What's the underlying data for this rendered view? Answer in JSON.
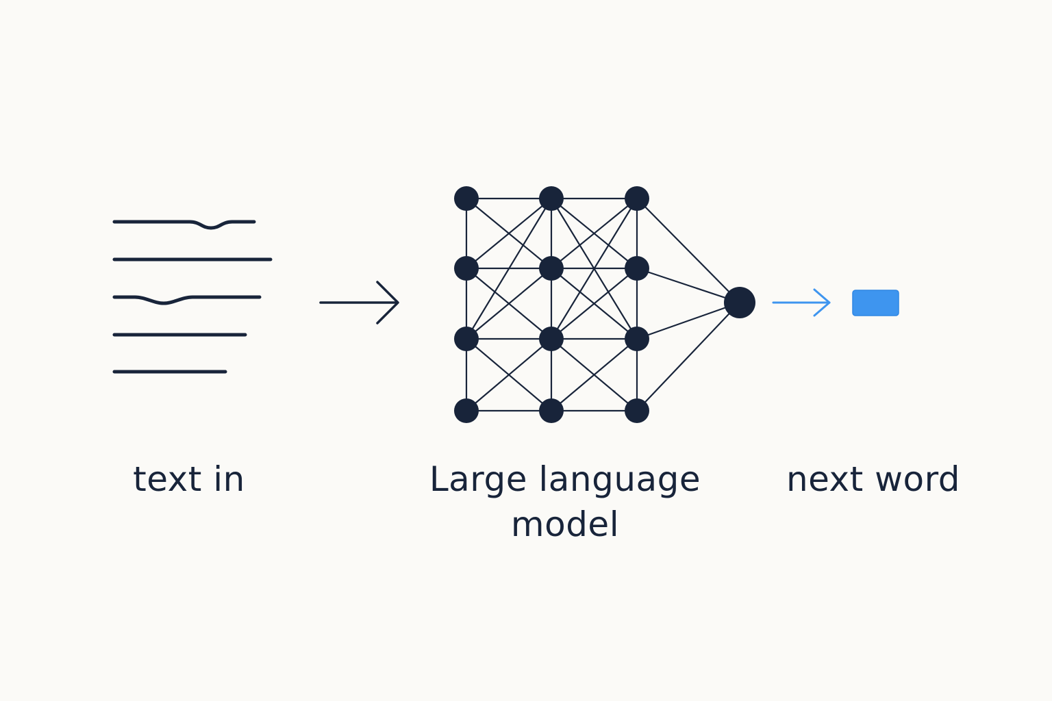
{
  "labels": {
    "input": "text in",
    "model": "Large language\nmodel",
    "output": "next word"
  },
  "colors": {
    "background": "#fbfaf7",
    "ink": "#18243a",
    "accent": "#3e95ef"
  },
  "icons": {
    "input": "text-lines-icon",
    "input_arrow": "arrow-right-icon",
    "network": "neural-network-icon",
    "output_arrow": "arrow-right-icon",
    "output": "word-token-icon"
  }
}
